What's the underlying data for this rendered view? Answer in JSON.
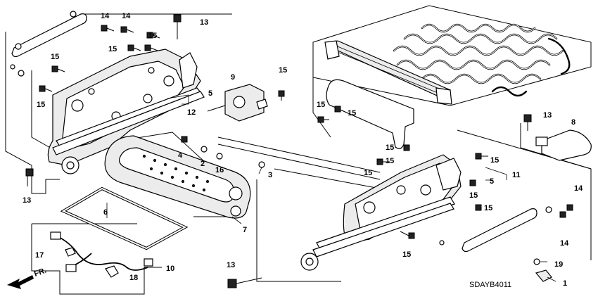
{
  "diagram": {
    "drawing_code": "SDAYB4011",
    "front_indicator": "FR.",
    "callouts": [
      {
        "id": "c1",
        "label": "1"
      },
      {
        "id": "c2",
        "label": "2"
      },
      {
        "id": "c3",
        "label": "3"
      },
      {
        "id": "c4",
        "label": "4"
      },
      {
        "id": "c5a",
        "label": "5"
      },
      {
        "id": "c5b",
        "label": "5"
      },
      {
        "id": "c6",
        "label": "6"
      },
      {
        "id": "c7",
        "label": "7"
      },
      {
        "id": "c8",
        "label": "8"
      },
      {
        "id": "c9",
        "label": "9"
      },
      {
        "id": "c10",
        "label": "10"
      },
      {
        "id": "c11",
        "label": "11"
      },
      {
        "id": "c12",
        "label": "12"
      },
      {
        "id": "c13a",
        "label": "13"
      },
      {
        "id": "c13b",
        "label": "13"
      },
      {
        "id": "c13c",
        "label": "13"
      },
      {
        "id": "c13d",
        "label": "13"
      },
      {
        "id": "c14a",
        "label": "14"
      },
      {
        "id": "c14b",
        "label": "14"
      },
      {
        "id": "c14c",
        "label": "14"
      },
      {
        "id": "c14d",
        "label": "14"
      },
      {
        "id": "c15a",
        "label": "15"
      },
      {
        "id": "c15b",
        "label": "15"
      },
      {
        "id": "c15c",
        "label": "15"
      },
      {
        "id": "c15d",
        "label": "15"
      },
      {
        "id": "c15e",
        "label": "15"
      },
      {
        "id": "c15f",
        "label": "15"
      },
      {
        "id": "c15g",
        "label": "15"
      },
      {
        "id": "c15h",
        "label": "15"
      },
      {
        "id": "c15i",
        "label": "15"
      },
      {
        "id": "c15j",
        "label": "15"
      },
      {
        "id": "c15k",
        "label": "15"
      },
      {
        "id": "c15l",
        "label": "15"
      },
      {
        "id": "c15m",
        "label": "15"
      },
      {
        "id": "c15n",
        "label": "15"
      },
      {
        "id": "c16",
        "label": "16"
      },
      {
        "id": "c17",
        "label": "17"
      },
      {
        "id": "c18",
        "label": "18"
      },
      {
        "id": "c19",
        "label": "19"
      }
    ]
  }
}
